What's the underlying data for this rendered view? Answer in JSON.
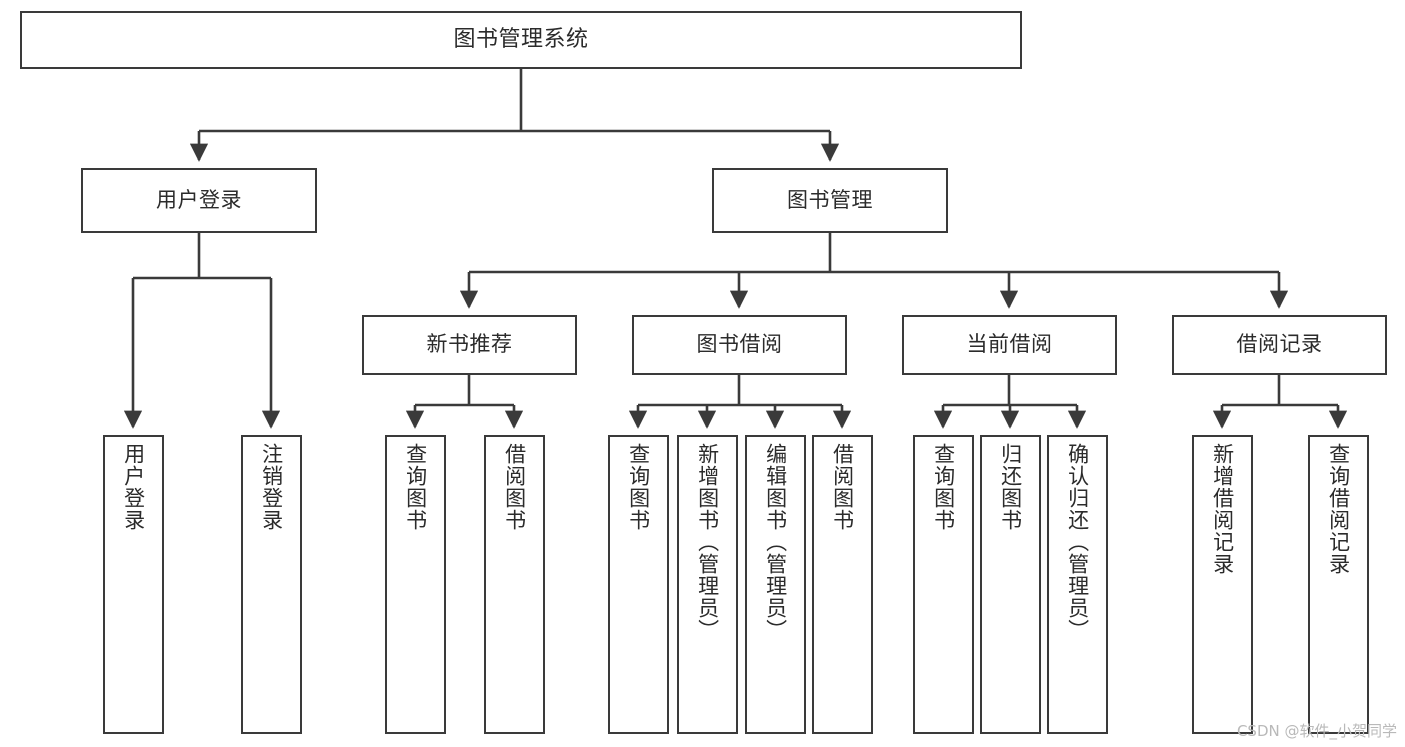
{
  "diagram": {
    "type": "tree-hierarchy",
    "title": "图书管理系统",
    "watermark": "CSDN @软件_小贺同学",
    "colors": {
      "border": "#3a3a3a",
      "background": "#ffffff",
      "text": "#2b2b2b",
      "watermark": "#b9b9b9"
    },
    "nodes": {
      "root": {
        "label": "图书管理系统"
      },
      "level2": [
        {
          "id": "user-login",
          "label": "用户登录"
        },
        {
          "id": "book-management",
          "label": "图书管理"
        }
      ],
      "level3": [
        {
          "id": "new-book-recommend",
          "label": "新书推荐"
        },
        {
          "id": "book-borrow",
          "label": "图书借阅"
        },
        {
          "id": "current-borrow",
          "label": "当前借阅"
        },
        {
          "id": "borrow-record",
          "label": "借阅记录"
        }
      ],
      "leaves": {
        "user_login": [
          {
            "id": "leaf-user-login",
            "label": "用户登录"
          },
          {
            "id": "leaf-logout-login",
            "label": "注销登录"
          }
        ],
        "new_book_recommend": [
          {
            "id": "leaf-query-book-1",
            "label": "查询图书"
          },
          {
            "id": "leaf-borrow-book-1",
            "label": "借阅图书"
          }
        ],
        "book_borrow": [
          {
            "id": "leaf-query-book-2",
            "label": "查询图书"
          },
          {
            "id": "leaf-add-book",
            "label": "新增图书（管理员）"
          },
          {
            "id": "leaf-edit-book",
            "label": "编辑图书（管理员）"
          },
          {
            "id": "leaf-borrow-book-2",
            "label": "借阅图书"
          }
        ],
        "current_borrow": [
          {
            "id": "leaf-query-book-3",
            "label": "查询图书"
          },
          {
            "id": "leaf-return-book",
            "label": "归还图书"
          },
          {
            "id": "leaf-confirm-return",
            "label": "确认归还（管理员）"
          }
        ],
        "borrow_record": [
          {
            "id": "leaf-add-record",
            "label": "新增借阅记录"
          },
          {
            "id": "leaf-query-record",
            "label": "查询借阅记录"
          }
        ]
      }
    }
  }
}
